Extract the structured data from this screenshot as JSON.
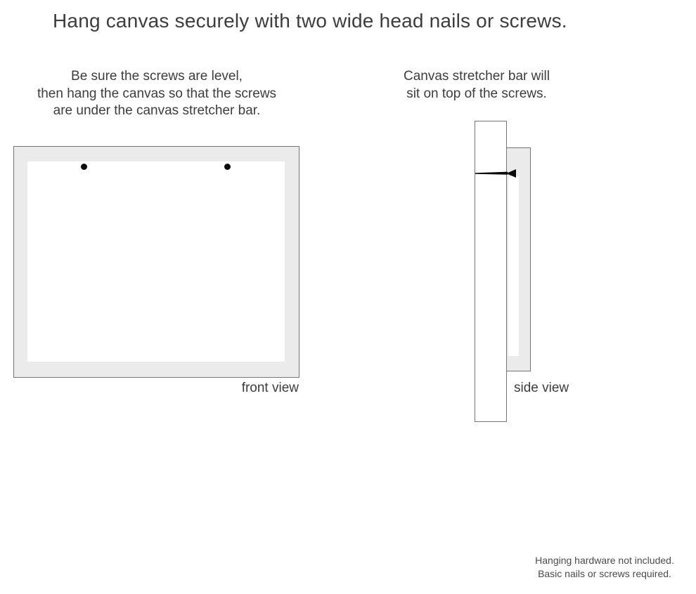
{
  "title": "Hang canvas securely with two wide head nails or screws.",
  "instructions": {
    "left": {
      "line1": "Be sure the screws are level,",
      "line2": "then hang the canvas so that the screws",
      "line3": "are under the canvas stretcher bar."
    },
    "right": {
      "line1": "Canvas stretcher bar will",
      "line2": "sit on top of the screws."
    }
  },
  "front_view": {
    "label": "front view",
    "screw_count": 2
  },
  "side_view": {
    "label": "side view"
  },
  "footnote": {
    "line1": "Hanging hardware not included.",
    "line2": "Basic nails or screws required."
  },
  "colors": {
    "frame_fill": "#ebebeb",
    "frame_border": "#757575",
    "text_color": "#3d3d3d",
    "footnote_color": "#4a4a4a",
    "nail_color": "#0a0a0a",
    "dot_color": "#0d0d0d"
  }
}
